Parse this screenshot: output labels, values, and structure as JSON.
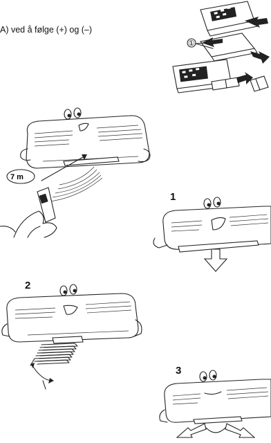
{
  "caption": "A) ved å følge (+) og (–)",
  "callout_number": "①",
  "distance_label": "7 m",
  "steps": [
    "1",
    "2",
    "3"
  ]
}
